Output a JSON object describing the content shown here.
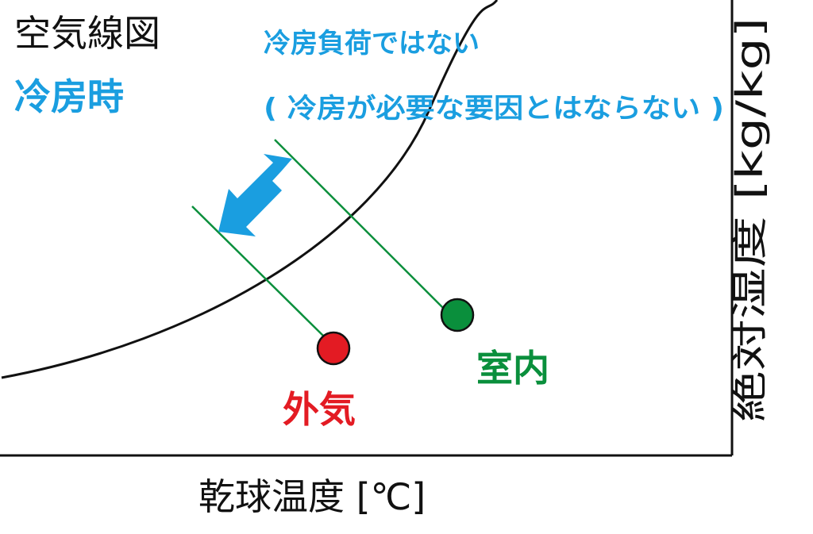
{
  "title": "空気線図",
  "subtitle": "冷房時",
  "annotation": {
    "line1": "冷房負荷ではない",
    "line2": "( 冷房が必要な要因とはならない )"
  },
  "axes": {
    "x_label": "乾球温度 [℃]",
    "y_label": "絶対湿度 [kg/kg]"
  },
  "points": {
    "outdoor": {
      "label": "外気",
      "color": "#e31b23"
    },
    "indoor": {
      "label": "室内",
      "color": "#0a8f3c"
    }
  },
  "colors": {
    "accent": "#1a9ee0",
    "enthalpy_line": "#0a8f3c",
    "curve": "#111111"
  }
}
